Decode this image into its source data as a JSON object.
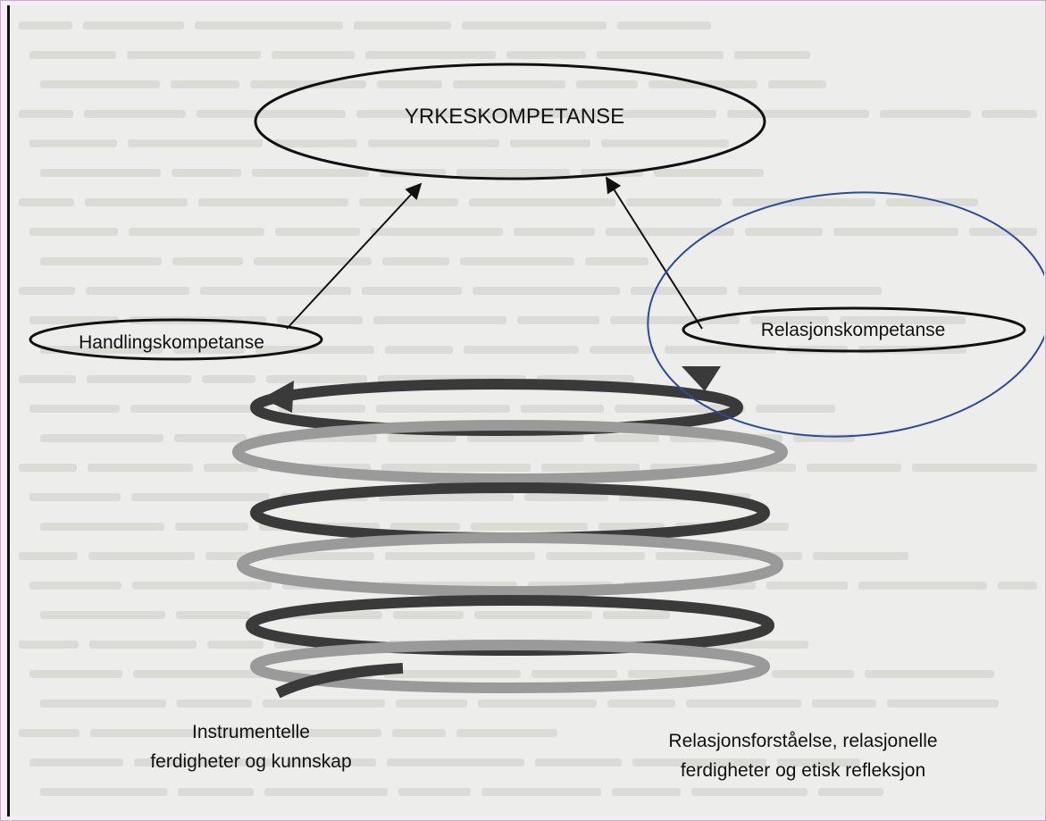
{
  "nodes": {
    "top": "YRKESKOMPETANSE",
    "left": "Handlingskompetanse",
    "right": "Relasjonskompetanse"
  },
  "bottom_labels": {
    "left": [
      "Instrumentelle",
      "ferdigheter og kunnskap"
    ],
    "right": [
      "Relasjonsforståelse, relasjonelle",
      "ferdigheter og etisk refleksjon"
    ]
  },
  "colors": {
    "annotation_circle": "#2a4b9a",
    "spiral_dark": "#3a3a3a",
    "spiral_light": "#9a9a9a",
    "paper": "#ededeb",
    "bleed_text": "#b9b9b5"
  }
}
